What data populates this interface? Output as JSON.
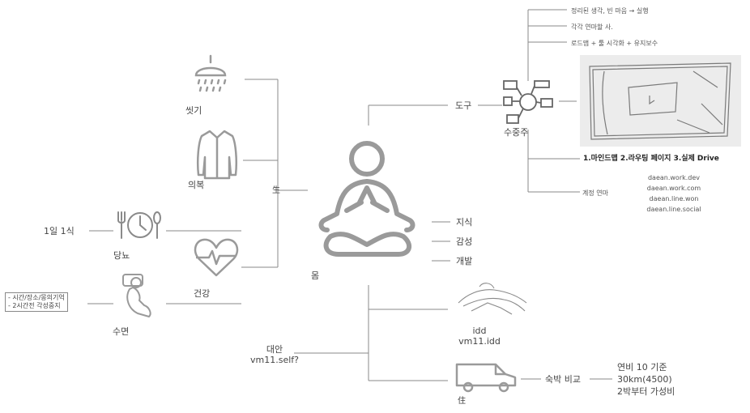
{
  "center": {
    "label": "몸"
  },
  "left": {
    "hub_label": "生",
    "shower": {
      "label": "씻기"
    },
    "clothes": {
      "label": "의복"
    },
    "diabetes": {
      "label": "당뇨",
      "note": "1일 1식"
    },
    "health": {
      "label": "건강"
    },
    "sleep": {
      "label": "수면",
      "notes": [
        "- 시간/장소/몽의기억",
        "- 2시간전 각성중지"
      ]
    }
  },
  "right": {
    "tools": {
      "label": "도구",
      "hub_label": "수중주",
      "items": [
        "정리된 생각, 빈 마음 → 실행",
        "각각 연마할 사.",
        "로드맵 + 툴 시각화 + 유지보수"
      ],
      "sketch_caption": "1.마인드맵 2.라우팅 페이지 3.실제 Drive",
      "account": {
        "label": "계정 연마",
        "values": [
          "daean.work.dev",
          "daean.work.com",
          "daean.line.won",
          "daean.line.social"
        ]
      }
    },
    "mind": [
      "지식",
      "감성",
      "개발"
    ],
    "idd": {
      "lines": [
        "idd",
        "vm11.idd"
      ]
    },
    "alt": {
      "lines": [
        "대안",
        "vm11.self?"
      ]
    },
    "van": {
      "label": "住",
      "compare_label": "숙박 비교",
      "notes": [
        "연비 10 기준",
        "30km(4500)",
        "2박부터 가성비"
      ]
    }
  },
  "colors": {
    "line": "#8a8a8a",
    "icon": "#9a9a9a",
    "text": "#444444"
  }
}
